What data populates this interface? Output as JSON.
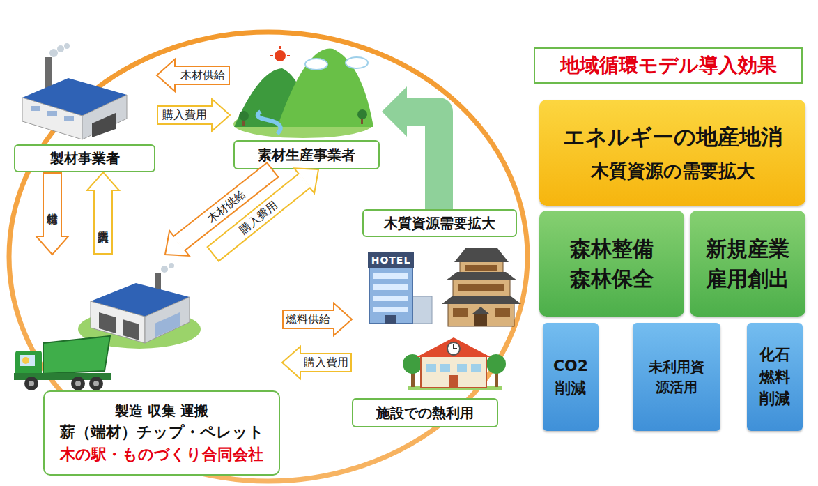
{
  "diagram": {
    "nodes": [
      {
        "text": [
          "製材事業者"
        ]
      },
      {
        "text": [
          "素材生産事業者"
        ]
      },
      {
        "text": [
          "木質資源需要拡大"
        ]
      },
      {
        "text": [
          "施設での熱利用"
        ]
      },
      {
        "text": [
          "製造 収集 運搬",
          "薪（端材）チップ・ペレット",
          "木の駅・ものづくり合同会社"
        ]
      },
      {
        "text": [
          "地域循環モデル導入効果"
        ]
      },
      {
        "text": [
          "エネルギーの地産地消",
          "木質資源の需要拡大"
        ]
      },
      {
        "text": [
          "森林整備 森林保全"
        ]
      },
      {
        "text": [
          "新規産業 雇用創出"
        ]
      },
      {
        "text": [
          "CO2 削減"
        ]
      },
      {
        "text": [
          "未利用資 源活用"
        ]
      },
      {
        "text": [
          "化石 燃料 削減"
        ]
      }
    ],
    "edges": [
      {
        "from": 1,
        "to": 0,
        "label": "木材供給",
        "arrow": "to"
      },
      {
        "from": 0,
        "to": 1,
        "label": "購入費用",
        "arrow": "to"
      },
      {
        "from": 0,
        "to": 4,
        "label": "端材供給",
        "arrow": "to"
      },
      {
        "from": 4,
        "to": 0,
        "label": "購入費用",
        "arrow": "to"
      },
      {
        "from": 1,
        "to": 4,
        "label": "木材供給",
        "arrow": "to"
      },
      {
        "from": 4,
        "to": 1,
        "label": "購入費用",
        "arrow": "to"
      },
      {
        "from": 4,
        "to": 3,
        "label": "燃料供給",
        "arrow": "to"
      },
      {
        "from": 3,
        "to": 4,
        "label": "購入費用",
        "arrow": "to"
      },
      {
        "from": 2,
        "to": 1,
        "arrow": "to"
      }
    ],
    "labels": [
      "HOTEL"
    ]
  }
}
